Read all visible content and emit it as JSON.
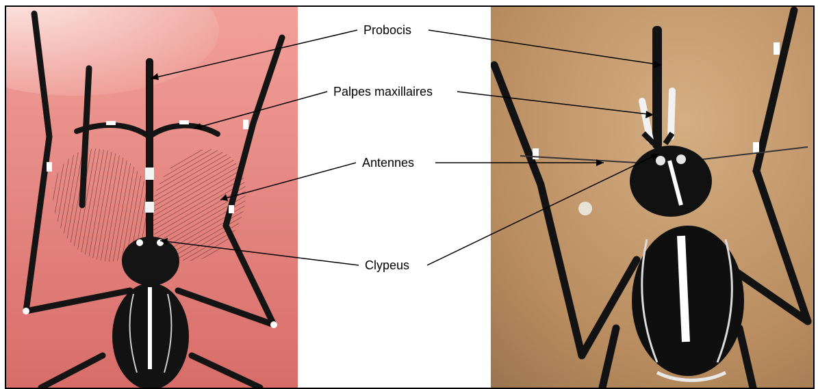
{
  "labels": {
    "probocis": "Probocis",
    "palpes": "Palpes maxillaires",
    "antennes": "Antennes",
    "clypeus": "Clypeus"
  },
  "photos": {
    "left": {
      "background": "#e47d78",
      "skin": "#fde6e2",
      "body": "#121212"
    },
    "right": {
      "background": "#c39a6d",
      "body": "#0f0f0f"
    }
  },
  "colors": {
    "line": "#000000",
    "marking": "#ffffff"
  }
}
